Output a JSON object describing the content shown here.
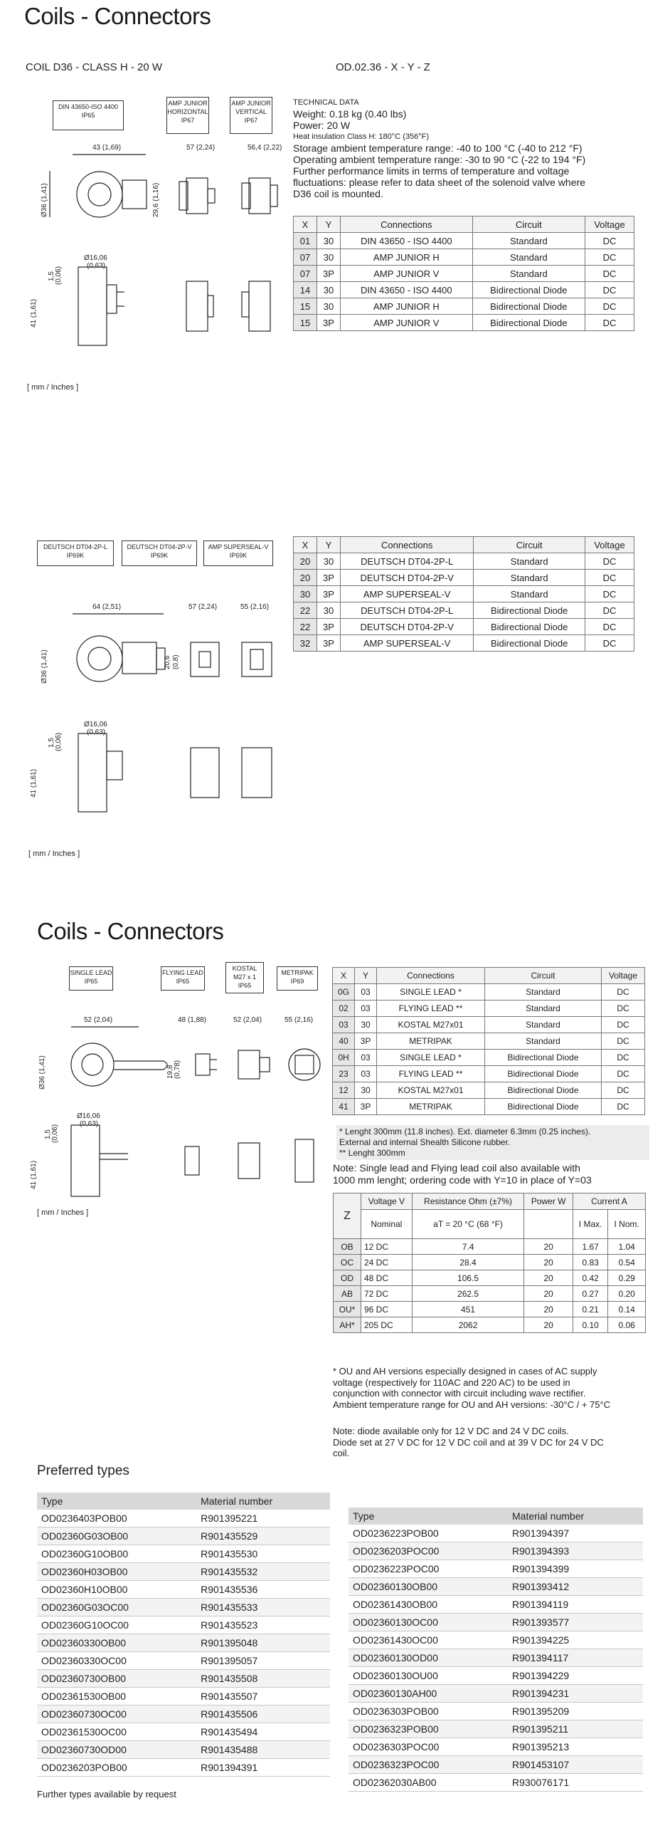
{
  "section1": {
    "title": "Coils - Connectors",
    "coil_label": "COIL D36 - CLASS H - 20 W",
    "code_label": "OD.02.36 - X - Y - Z",
    "boxes": [
      "DIN 43650-ISO 4400\nIP65",
      "AMP JUNIOR\nHORIZONTAL\nIP67",
      "AMP JUNIOR\nVERTICAL\nIP67"
    ],
    "tech": {
      "heading": "TECHNICAL DATA",
      "weight": "Weight: 0.18 kg (0.40 lbs)",
      "power": "Power: 20 W",
      "insulation": "Heat insulation Class H: 180°C (356°F)",
      "storage": "Storage ambient temperature range: -40 to 100 °C (-40 to 212 °F)",
      "operating": "Operating ambient temperature range: -30 to 90 °C (-22 to 194 °F)",
      "further1": "Further performance limits in terms of temperature and voltage",
      "further2": "fluctuations: please refer to data sheet of the solenoid valve where",
      "further3": "D36 coil is mounted."
    },
    "dims": {
      "d1": "43 (1,69)",
      "d2": "57 (2,24)",
      "d3": "56,4 (2,22)",
      "d4": "Ø36 (1,41)",
      "d5": "29,6 (1,16)",
      "d6": "Ø16,06",
      "d7": "(0,63)",
      "d8": "1,5",
      "d9": "(0,06)",
      "d10": "41 (1,61)"
    },
    "units": "mm / Inches",
    "headers": [
      "X",
      "Y",
      "Connections",
      "Circuit",
      "Voltage"
    ],
    "rows": [
      [
        "01",
        "30",
        "DIN 43650 - ISO 4400",
        "Standard",
        "DC"
      ],
      [
        "07",
        "30",
        "AMP JUNIOR H",
        "Standard",
        "DC"
      ],
      [
        "07",
        "3P",
        "AMP JUNIOR V",
        "Standard",
        "DC"
      ],
      [
        "14",
        "30",
        "DIN 43650 - ISO 4400",
        "Bidirectional Diode",
        "DC"
      ],
      [
        "15",
        "30",
        "AMP JUNIOR H",
        "Bidirectional Diode",
        "DC"
      ],
      [
        "15",
        "3P",
        "AMP JUNIOR V",
        "Bidirectional Diode",
        "DC"
      ]
    ]
  },
  "section2": {
    "boxes": [
      "DEUTSCH DT04-2P-L\nIP69K",
      "DEUTSCH DT04-2P-V\nIP69K",
      "AMP SUPERSEAL-V\nIP69K"
    ],
    "dims": {
      "d1": "64 (2,51)",
      "d2": "57 (2,24)",
      "d3": "55 (2,16)",
      "d4": "Ø36 (1,41)",
      "d5": "20,6",
      "d6": "(0,8)",
      "d7": "Ø16,06",
      "d8": "(0,63)",
      "d9": "1,5",
      "d10": "(0,06)",
      "d11": "41 (1,61)"
    },
    "units": "mm / Inches",
    "headers": [
      "X",
      "Y",
      "Connections",
      "Circuit",
      "Voltage"
    ],
    "rows": [
      [
        "20",
        "30",
        "DEUTSCH DT04-2P-L",
        "Standard",
        "DC"
      ],
      [
        "20",
        "3P",
        "DEUTSCH DT04-2P-V",
        "Standard",
        "DC"
      ],
      [
        "30",
        "3P",
        "AMP SUPERSEAL-V",
        "Standard",
        "DC"
      ],
      [
        "22",
        "30",
        "DEUTSCH DT04-2P-L",
        "Bidirectional Diode",
        "DC"
      ],
      [
        "22",
        "3P",
        "DEUTSCH DT04-2P-V",
        "Bidirectional Diode",
        "DC"
      ],
      [
        "32",
        "3P",
        "AMP SUPERSEAL-V",
        "Bidirectional Diode",
        "DC"
      ]
    ]
  },
  "section3": {
    "title": "Coils - Connectors",
    "boxes": [
      "SINGLE LEAD\nIP65",
      "FLYING LEAD\nIP65",
      "KOSTAL\nM27 x 1\nIP65",
      "METRIPAK\nIP69"
    ],
    "dims": {
      "d1": "52 (2,04)",
      "d2": "48 (1,88)",
      "d3": "52 (2,04)",
      "d4": "55 (2,16)",
      "d5": "Ø36 (1,41)",
      "d6": "19,8",
      "d7": "(0,78)",
      "d8": "Ø16,06",
      "d9": "(0,63)",
      "d10": "1,5",
      "d11": "(0,06)",
      "d12": "41 (1,61)"
    },
    "units": "mm / Inches",
    "headers": [
      "X",
      "Y",
      "Connections",
      "Circuit",
      "Voltage"
    ],
    "rows": [
      [
        "0G",
        "03",
        "SINGLE LEAD *",
        "Standard",
        "DC"
      ],
      [
        "02",
        "03",
        "FLYING LEAD **",
        "Standard",
        "DC"
      ],
      [
        "03",
        "30",
        "KOSTAL M27x01",
        "Standard",
        "DC"
      ],
      [
        "40",
        "3P",
        "METRIPAK",
        "Standard",
        "DC"
      ],
      [
        "0H",
        "03",
        "SINGLE LEAD *",
        "Bidirectional Diode",
        "DC"
      ],
      [
        "23",
        "03",
        "FLYING LEAD **",
        "Bidirectional Diode",
        "DC"
      ],
      [
        "12",
        "30",
        "KOSTAL M27x01",
        "Bidirectional Diode",
        "DC"
      ],
      [
        "41",
        "3P",
        "METRIPAK",
        "Bidirectional Diode",
        "DC"
      ]
    ],
    "footnote1": "* Lenght 300mm (11.8 inches). Ext. diameter 6.3mm (0.25 inches).",
    "footnote2": "External and internal Shealth Silicone rubber.",
    "footnote3": "** Lenght 300mm",
    "note1": "Note: Single lead and Flying lead coil also available with",
    "note2": "1000 mm lenght; ordering code with Y=10 in place of Y=03"
  },
  "ztable": {
    "z": "Z",
    "h_voltage": "Voltage V",
    "h_resistance": "Resistance Ohm (±7%)",
    "h_power": "Power W",
    "h_current": "Current A",
    "s_nominal": "Nominal",
    "s_temp": "aT = 20 °C (68 °F)",
    "s_imax": "I Max.",
    "s_inom": "I Nom.",
    "rows": [
      [
        "OB",
        "12 DC",
        "7.4",
        "20",
        "1.67",
        "1.04"
      ],
      [
        "OC",
        "24 DC",
        "28.4",
        "20",
        "0.83",
        "0.54"
      ],
      [
        "OD",
        "48 DC",
        "106.5",
        "20",
        "0.42",
        "0.29"
      ],
      [
        "AB",
        "72 DC",
        "262.5",
        "20",
        "0.27",
        "0.20"
      ],
      [
        "OU*",
        "96 DC",
        "451",
        "20",
        "0.21",
        "0.14"
      ],
      [
        "AH*",
        "205 DC",
        "2062",
        "20",
        "0.10",
        "0.06"
      ]
    ],
    "note1": "* OU and AH versions especially designed in cases of AC supply",
    "note2": "voltage (respectively for 110AC and 220 AC) to be used in",
    "note3": "conjunction with connector with circuit including wave rectifier.",
    "note4": "Ambient temperature range for OU and AH versions: -30°C / + 75°C",
    "diode1": "Note: diode available only for 12 V DC and 24 V DC coils.",
    "diode2": "Diode set at 27 V DC for 12 V DC coil and at 39 V DC for 24 V DC",
    "diode3": "coil."
  },
  "preferred": {
    "title": "Preferred types",
    "h_type": "Type",
    "h_material": "Material number",
    "left": [
      [
        "OD0236403POB00",
        "R901395221"
      ],
      [
        "OD02360G03OB00",
        "R901435529"
      ],
      [
        "OD02360G10OB00",
        "R901435530"
      ],
      [
        "OD02360H03OB00",
        "R901435532"
      ],
      [
        "OD02360H10OB00",
        "R901435536"
      ],
      [
        "OD02360G03OC00",
        "R901435533"
      ],
      [
        "OD02360G10OC00",
        "R901435523"
      ],
      [
        "OD02360330OB00",
        "R901395048"
      ],
      [
        "OD02360330OC00",
        "R901395057"
      ],
      [
        "OD02360730OB00",
        "R901435508"
      ],
      [
        "OD02361530OB00",
        "R901435507"
      ],
      [
        "OD02360730OC00",
        "R901435506"
      ],
      [
        "OD02361530OC00",
        "R901435494"
      ],
      [
        "OD02360730OD00",
        "R901435488"
      ],
      [
        "OD0236203POB00",
        "R901394391"
      ]
    ],
    "right": [
      [
        "OD0236223POB00",
        "R901394397"
      ],
      [
        "OD0236203POC00",
        "R901394393"
      ],
      [
        "OD0236223POC00",
        "R901394399"
      ],
      [
        "OD02360130OB00",
        "R901393412"
      ],
      [
        "OD02361430OB00",
        "R901394119"
      ],
      [
        "OD02360130OC00",
        "R901393577"
      ],
      [
        "OD02361430OC00",
        "R901394225"
      ],
      [
        "OD02360130OD00",
        "R901394117"
      ],
      [
        "OD02360130OU00",
        "R901394229"
      ],
      [
        "OD02360130AH00",
        "R901394231"
      ],
      [
        "OD0236303POB00",
        "R901395209"
      ],
      [
        "OD0236323POB00",
        "R901395211"
      ],
      [
        "OD0236303POC00",
        "R901395213"
      ],
      [
        "OD0236323POC00",
        "R901453107"
      ],
      [
        "OD02362030AB00",
        "R930076171"
      ]
    ],
    "further": "Further types available by request"
  }
}
